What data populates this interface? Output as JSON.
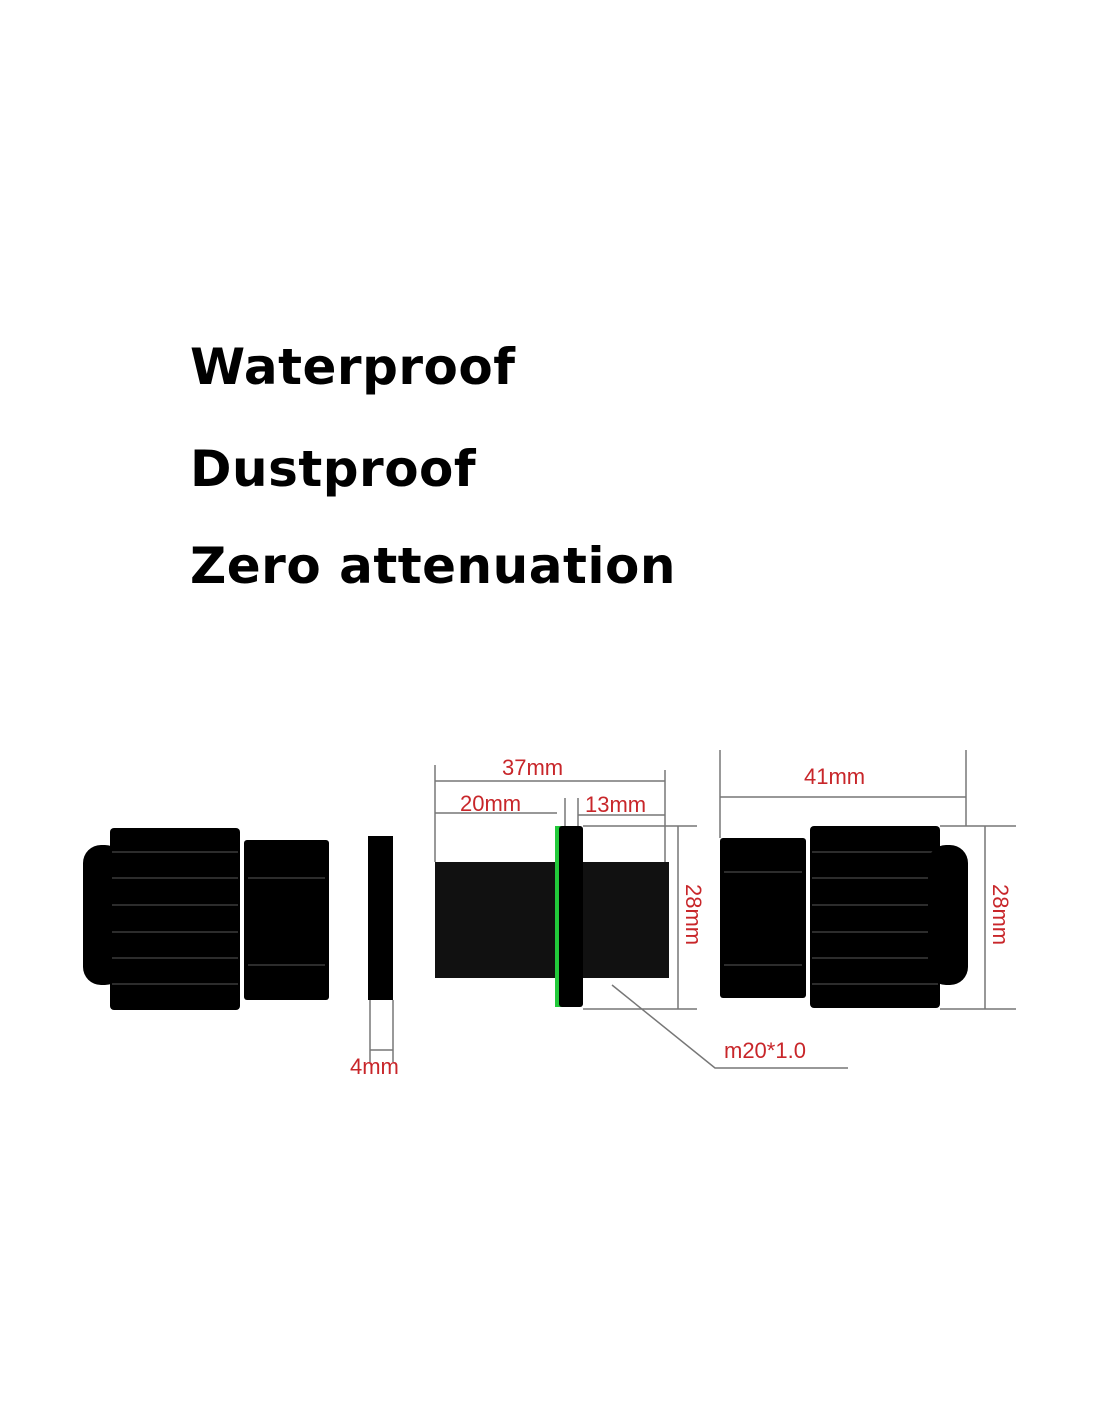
{
  "features": [
    "Waterproof",
    "Dustproof",
    "Zero attenuation"
  ],
  "dimensions": {
    "body_total_length": "37mm",
    "thread_long_length": "20mm",
    "thread_short_length": "13mm",
    "flange_height": "28mm",
    "cap_length": "41mm",
    "cap_height": "28mm",
    "washer_thickness": "4mm",
    "thread_spec": "m20*1.0"
  },
  "colors": {
    "dimension_text": "#c8262a",
    "seal_ring": "#22c93a",
    "part": "#000000"
  }
}
